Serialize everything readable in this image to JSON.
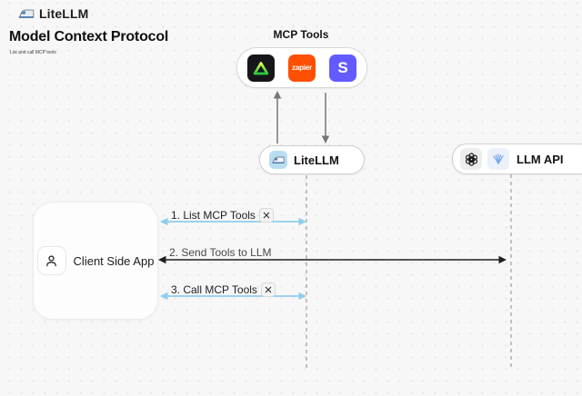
{
  "header": {
    "logo_text": "LiteLLM",
    "title": "Model Context Protocol",
    "subtitle": "List and call MCP tools"
  },
  "diagram": {
    "mcp_tools": {
      "label": "MCP Tools",
      "tools": [
        {
          "name": "green-triangle-tool",
          "bg": "#17171b"
        },
        {
          "name": "zapier",
          "label": "zapier",
          "bg": "#ff4f00"
        },
        {
          "name": "stripe",
          "label": "S",
          "bg": "#635bff"
        }
      ]
    },
    "litellm_node": {
      "label": "LiteLLM"
    },
    "llm_api_node": {
      "label": "LLM API"
    },
    "client_node": {
      "label": "Client Side App"
    },
    "messages": [
      {
        "step": "1",
        "label": "1. List MCP Tools",
        "has_tools_icon": true
      },
      {
        "step": "2",
        "label": "2. Send Tools to LLM",
        "has_tools_icon": false
      },
      {
        "step": "3",
        "label": "3. Call MCP Tools",
        "has_tools_icon": true
      }
    ],
    "colors": {
      "blue_arrow": "#90ccec",
      "black_arrow": "#1f1f1f",
      "gray_arrow": "#767676",
      "dashed_lifeline": "#b5b5b7",
      "zapier_orange": "#ff4f00",
      "stripe_indigo": "#635bff",
      "litellm_badge_blue": "#b8ddf1",
      "background": "#f7f7f8"
    }
  }
}
